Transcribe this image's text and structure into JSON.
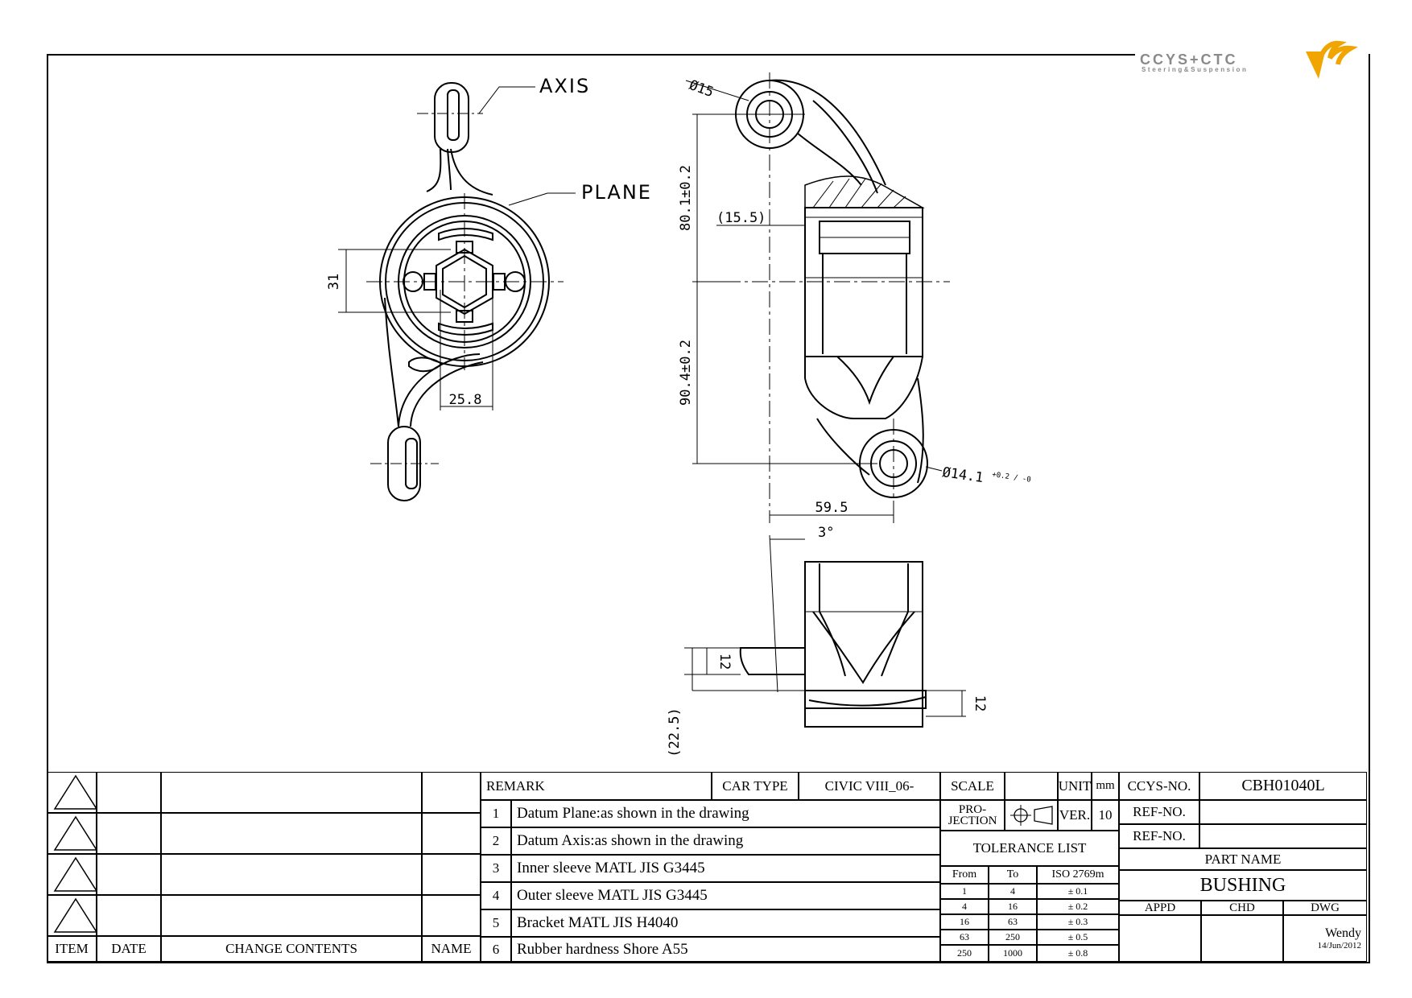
{
  "logo": {
    "mark": "CCYS+CTC",
    "sub": "Steering&Suspension"
  },
  "labels": {
    "axis": "AXIS",
    "plane": "PLANE"
  },
  "dims": {
    "d1": "31",
    "d2": "25.8",
    "d3": "Ø15",
    "d4": "80.1±0.2",
    "d5": "(15.5)",
    "d6": "90.4±0.2",
    "d7": "Ø14.1",
    "d7tol": "+0.2 / -0",
    "d8": "59.5",
    "d9": "3°",
    "d10": "12",
    "d11": "12",
    "d12": "(22.5)"
  },
  "revision": {
    "headers": {
      "item": "ITEM",
      "date": "DATE",
      "change": "CHANGE CONTENTS",
      "name": "NAME"
    }
  },
  "remark": {
    "title": "REMARK",
    "car_type_label": "CAR TYPE",
    "car_type": "CIVIC VIII_06-",
    "items": [
      {
        "no": "1",
        "text": "Datum Plane:as shown in the drawing"
      },
      {
        "no": "2",
        "text": "Datum Axis:as shown in the drawing"
      },
      {
        "no": "3",
        "text": "Inner sleeve MATL JIS G3445"
      },
      {
        "no": "4",
        "text": "Outer sleeve MATL JIS G3445"
      },
      {
        "no": "5",
        "text": "Bracket MATL JIS H4040"
      },
      {
        "no": "6",
        "text": "Rubber hardness Shore A55"
      }
    ]
  },
  "scale": {
    "label": "SCALE",
    "value": "",
    "unit_label": "UNIT",
    "unit": "mm",
    "projection_label1": "PRO-",
    "projection_label2": "JECTION",
    "ver_label": "VER.",
    "ver": "10"
  },
  "tolerance": {
    "title": "TOLERANCE LIST",
    "headers": {
      "from": "From",
      "to": "To",
      "iso": "ISO 2769m"
    },
    "rows": [
      {
        "from": "1",
        "to": "4",
        "tol": "± 0.1"
      },
      {
        "from": "4",
        "to": "16",
        "tol": "± 0.2"
      },
      {
        "from": "16",
        "to": "63",
        "tol": "± 0.3"
      },
      {
        "from": "63",
        "to": "250",
        "tol": "± 0.5"
      },
      {
        "from": "250",
        "to": "1000",
        "tol": "± 0.8"
      }
    ]
  },
  "part": {
    "ccys_label": "CCYS-NO.",
    "ccys_no": "CBH01040L",
    "ref_label1": "REF-NO.",
    "ref1": "",
    "ref_label2": "REF-NO.",
    "ref2": "",
    "part_name_label": "PART NAME",
    "part_name": "BUSHING",
    "appd": "APPD",
    "chd": "CHD",
    "dwg": "DWG",
    "drawer": "Wendy",
    "date": "14/Jun/2012"
  }
}
